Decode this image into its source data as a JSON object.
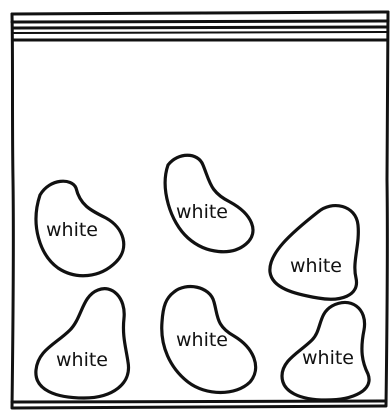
{
  "bag": {
    "beans": [
      {
        "label": "white"
      },
      {
        "label": "white"
      },
      {
        "label": "white"
      },
      {
        "label": "white"
      },
      {
        "label": "white"
      },
      {
        "label": "white"
      }
    ]
  },
  "colors": {
    "ink": "#111111",
    "background": "#ffffff"
  }
}
